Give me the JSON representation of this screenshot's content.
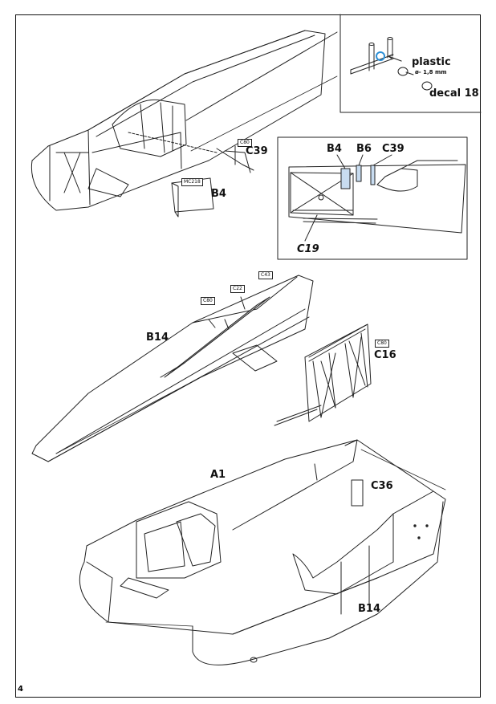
{
  "page_number": "4",
  "inset_top": {
    "plastic": "plastic",
    "diameter": "ø- 1,8 mm",
    "decal": "decal 18"
  },
  "step1": {
    "c39": "C39",
    "c39_tag": "C80",
    "b4": "B4",
    "b4_tag": "MC218"
  },
  "detail": {
    "b4": "B4",
    "b6": "B6",
    "c39": "C39",
    "c19": "C19"
  },
  "step2": {
    "b14": "B14",
    "c16": "C16",
    "tag_c16": "C80",
    "tag_left": "C80",
    "tag_mid": "C22",
    "tag_right": "C43"
  },
  "step3": {
    "a1": "A1",
    "c36": "C36",
    "b14": "B14"
  }
}
